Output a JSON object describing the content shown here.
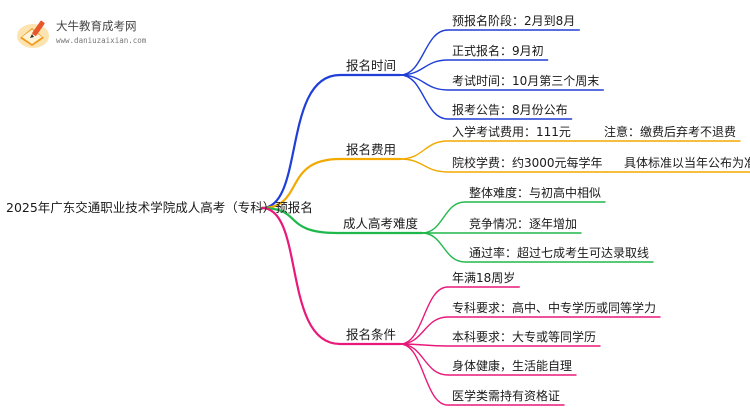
{
  "logo": {
    "title": "大牛教育成考网",
    "url": "www.daniuzaixian.com"
  },
  "root": {
    "label": "2025年广东交通职业技术学院成人高考（专科）预报名"
  },
  "branches": [
    {
      "label": "报名时间",
      "color": "#1f3fd6",
      "leaves": [
        {
          "label": "预报名阶段：2月到8月"
        },
        {
          "label": "正式报名：9月初"
        },
        {
          "label": "考试时间：10月第三个周末"
        },
        {
          "label": "报考公告：8月份公布"
        }
      ]
    },
    {
      "label": "报名费用",
      "color": "#f2a900",
      "leaves": [
        {
          "label": "入学考试费用：111元",
          "child": "注意：缴费后弃考不退费"
        },
        {
          "label": "院校学费：约3000元每学年",
          "child": "具体标准以当年公布为准"
        }
      ]
    },
    {
      "label": "成人高考难度",
      "color": "#1fb84a",
      "leaves": [
        {
          "label": "整体难度：与初高中相似"
        },
        {
          "label": "竞争情况：逐年增加"
        },
        {
          "label": "通过率：超过七成考生可达录取线"
        }
      ]
    },
    {
      "label": "报名条件",
      "color": "#e8197a",
      "leaves": [
        {
          "label": "年满18周岁"
        },
        {
          "label": "专科要求：高中、中专学历或同等学力"
        },
        {
          "label": "本科要求：大专或等同学历"
        },
        {
          "label": "身体健康，生活能自理"
        },
        {
          "label": "医学类需持有资格证"
        }
      ]
    }
  ]
}
